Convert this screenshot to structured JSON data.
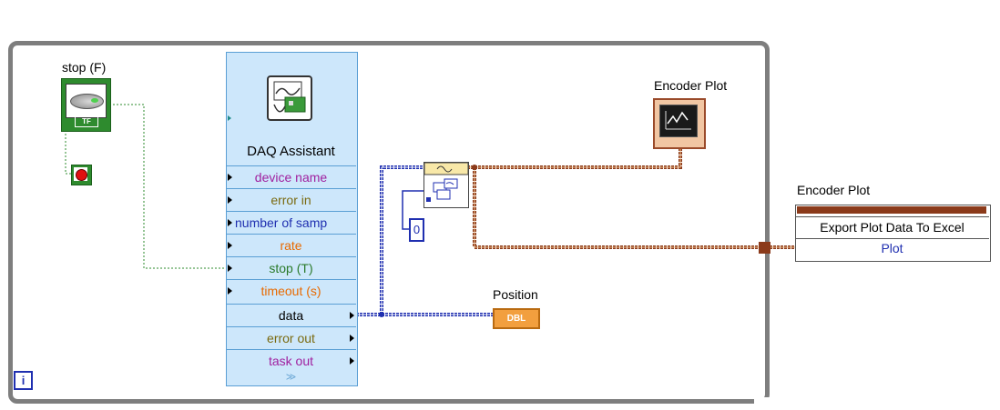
{
  "stop_control": {
    "label": "stop (F)",
    "tf_text": "TF"
  },
  "daq_assistant": {
    "title": "DAQ Assistant",
    "inputs": [
      {
        "label": "device name",
        "color": "#a0209f"
      },
      {
        "label": "error in",
        "color": "#7a6a10"
      },
      {
        "label": "number of samp",
        "color": "#1f2fb0"
      },
      {
        "label": "rate",
        "color": "#e86a00"
      },
      {
        "label": "stop (T)",
        "color": "#2a7a2a"
      },
      {
        "label": "timeout (s)",
        "color": "#e86a00"
      }
    ],
    "outputs": [
      {
        "label": "data",
        "color": "#000000"
      },
      {
        "label": "error out",
        "color": "#7a6a10"
      },
      {
        "label": "task out",
        "color": "#a0209f"
      }
    ],
    "expand_glyph": "≫"
  },
  "constant_zero": "0",
  "position_indicator": {
    "label": "Position",
    "type_text": "DBL"
  },
  "encoder_plot_terminal": {
    "label": "Encoder Plot"
  },
  "invoke_node": {
    "label": "Encoder Plot",
    "method": "Export Plot Data To Excel",
    "param": "Plot"
  },
  "iteration_terminal": "i",
  "colors": {
    "loop_border": "#7e7e7e",
    "numeric_wire": "#1f2fb0",
    "waveform_wire": "#8b3a1a",
    "boolean_wire": "#2e8b2e"
  }
}
